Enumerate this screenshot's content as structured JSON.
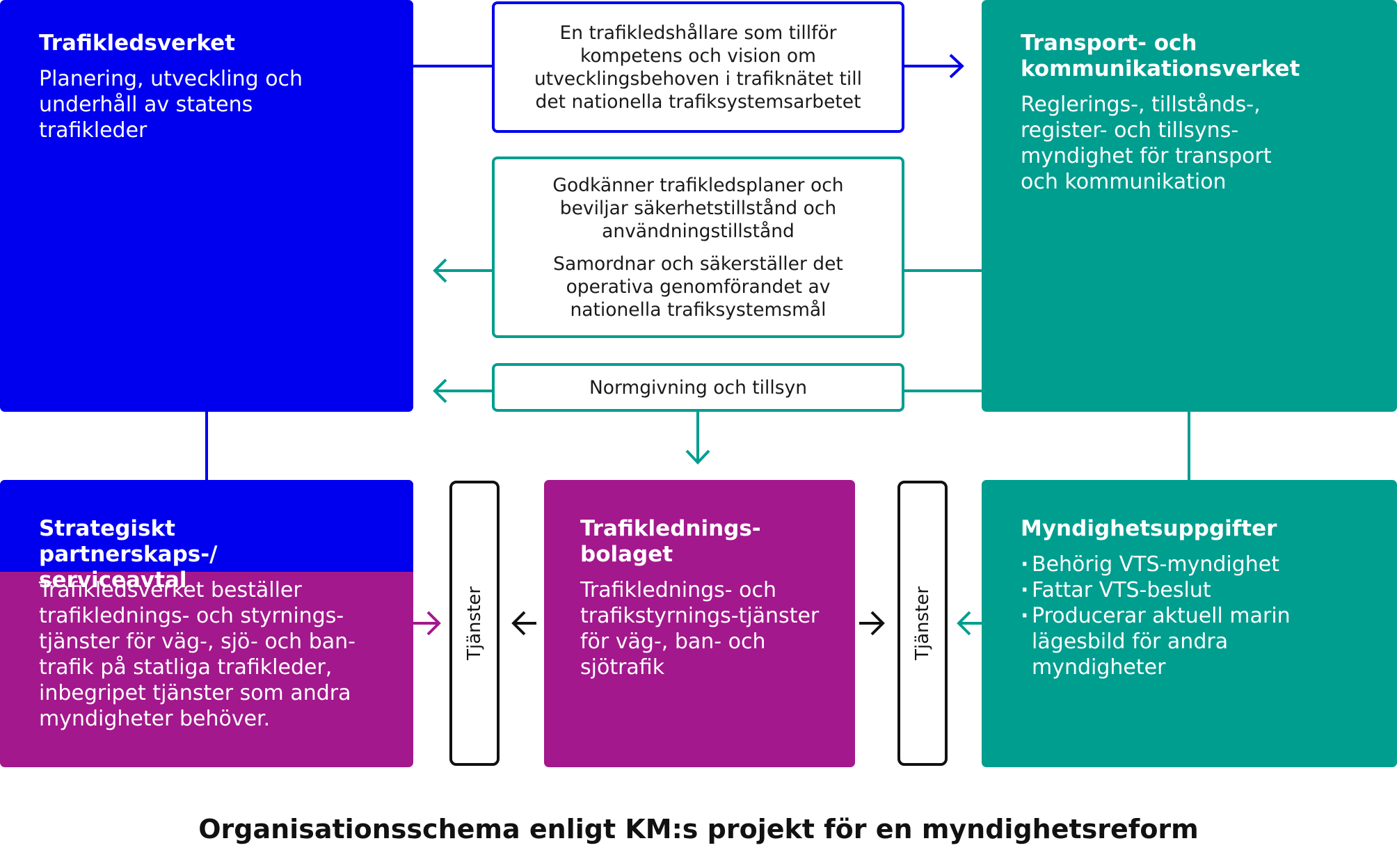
{
  "agency_traffic": {
    "title": "Trafikledsverket",
    "description": "Planering, utveckling och underhåll av statens trafikleder"
  },
  "agency_transport": {
    "title": "Transport- och kommunikationsverket",
    "description": "Reglerings-, tillstånds-, register- och tillsyns-myndighet för transport och kommunikation"
  },
  "flow_top": {
    "text": "En trafikledshållare som tillför kompetens och vision om utvecklingsbehoven i trafiknätet till det nationella trafiksystemsarbetet"
  },
  "flow_middle": {
    "text1": "Godkänner trafikledsplaner och beviljar säkerhetstillstånd och användningstillstånd",
    "text2": "Samordnar och säkerställer det operativa genomförandet av nationella trafiksystemsmål"
  },
  "flow_norm": {
    "text": "Normgivning och tillsyn"
  },
  "partnership": {
    "title": "Strategiskt partnerskaps-/ serviceavtal",
    "description": "Trafikledsverket beställer trafiklednings- och styrnings-tjänster för väg-, sjö- och ban-trafik på statliga trafikleder, inbegripet tjänster som andra myndigheter behöver."
  },
  "company": {
    "title": "Trafiklednings-bolaget",
    "description": "Trafiklednings- och trafikstyrnings-tjänster för väg-, ban- och sjötrafik"
  },
  "authority_tasks": {
    "title": "Myndighetsuppgifter",
    "items": [
      "Behörig VTS-myndighet",
      "Fattar VTS-beslut",
      "Producerar aktuell marin lägesbild för andra myndigheter"
    ]
  },
  "services_left": {
    "label": "Tjänster"
  },
  "services_right": {
    "label": "Tjänster"
  },
  "caption": "Organisationsschema enligt KM:s projekt för en myndighetsreform",
  "colors": {
    "blue": "#0000ee",
    "teal": "#009e8f",
    "magenta": "#a3188c",
    "dark": "#111111"
  }
}
